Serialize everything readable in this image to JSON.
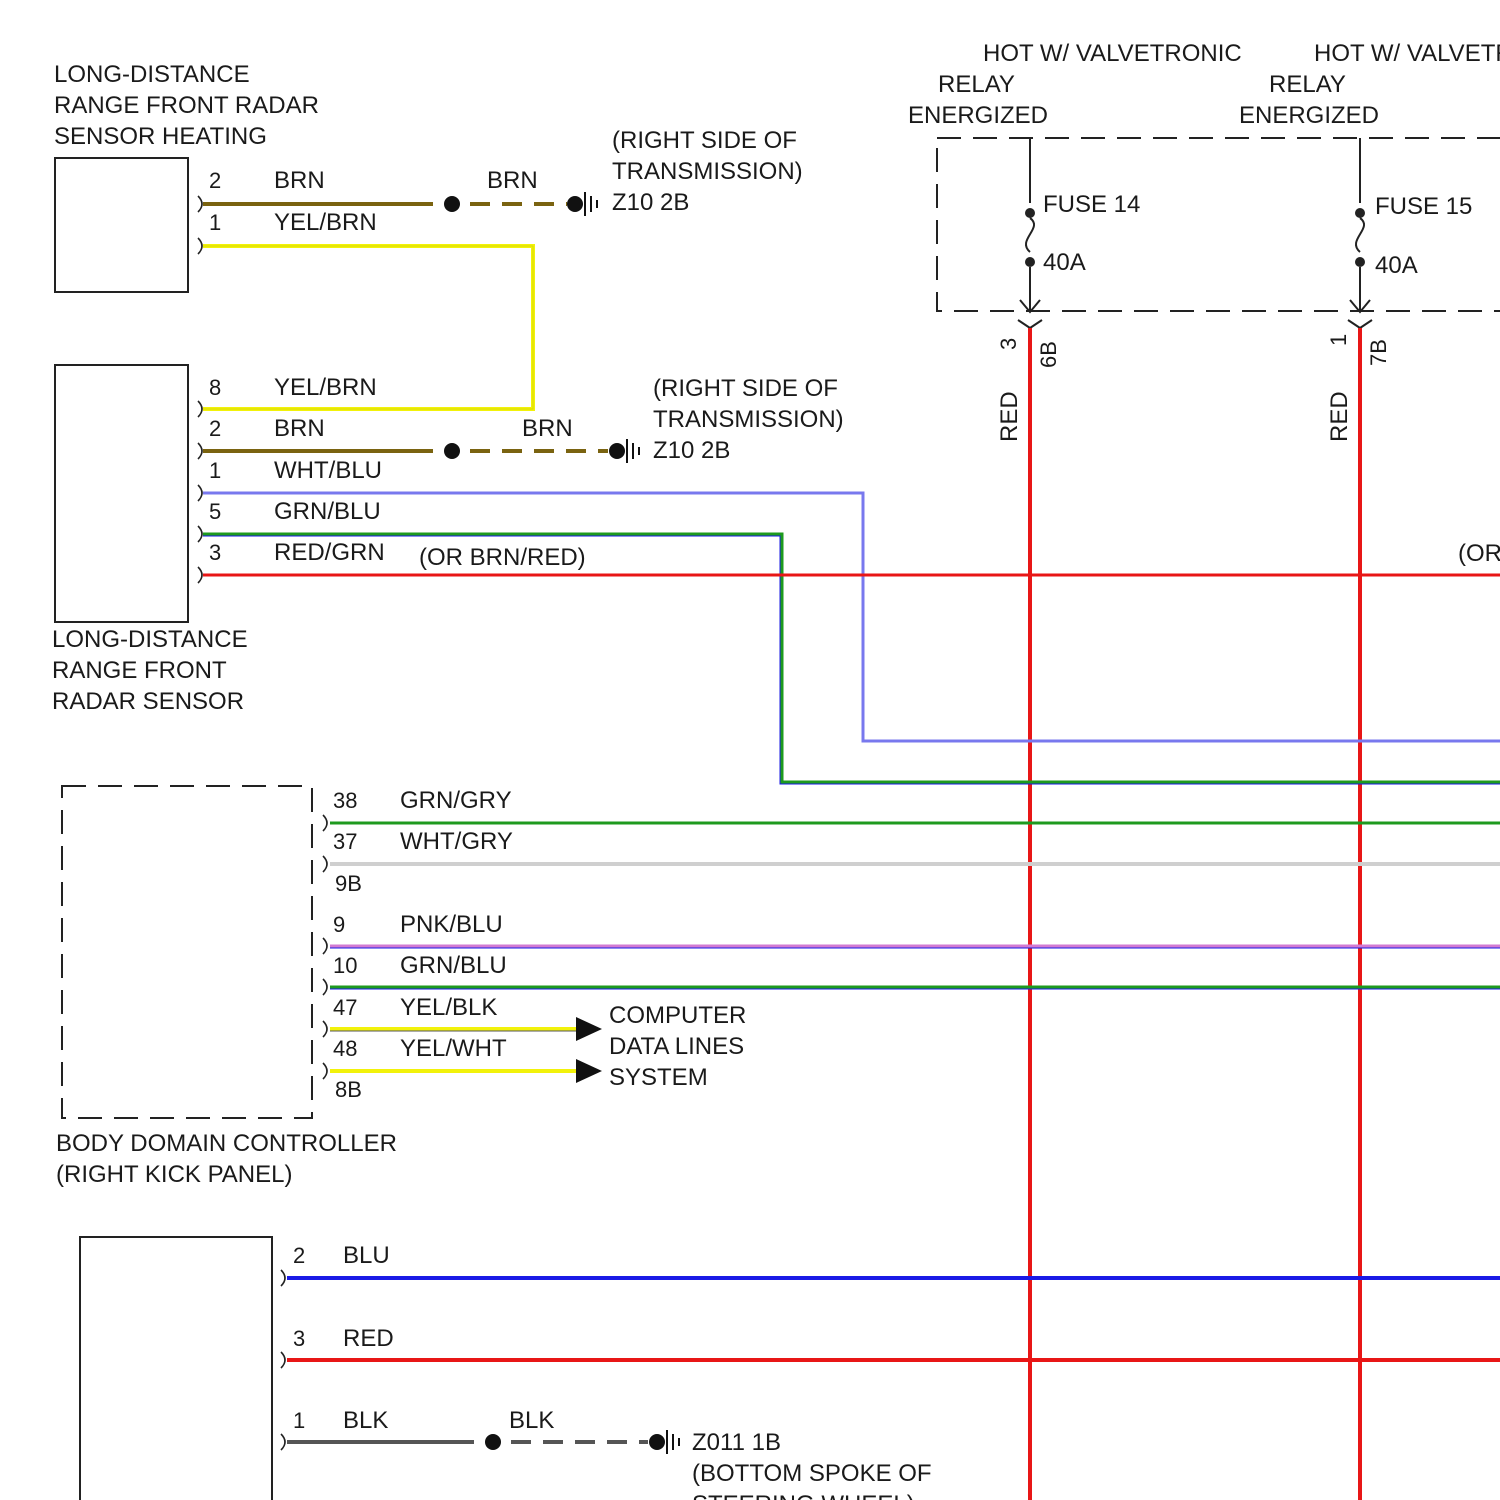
{
  "components": {
    "heater": {
      "name": [
        "LONG-DISTANCE",
        "RANGE FRONT RADAR",
        "SENSOR HEATING"
      ]
    },
    "radar": {
      "name": [
        "LONG-DISTANCE",
        "RANGE FRONT",
        "RADAR SENSOR"
      ]
    },
    "bdc": {
      "name": [
        "BODY DOMAIN CONTROLLER",
        "(RIGHT KICK PANEL)"
      ]
    }
  },
  "heater_pins": [
    {
      "pin": "2",
      "wire": "BRN"
    },
    {
      "pin": "1",
      "wire": "YEL/BRN"
    }
  ],
  "radar_pins": [
    {
      "pin": "8",
      "wire": "YEL/BRN"
    },
    {
      "pin": "2",
      "wire": "BRN"
    },
    {
      "pin": "1",
      "wire": "WHT/BLU"
    },
    {
      "pin": "5",
      "wire": "GRN/BLU"
    },
    {
      "pin": "3",
      "wire": "RED/GRN"
    }
  ],
  "radar_alt_color": "(OR BRN/RED)",
  "right_edge_alt_color": "(OR",
  "bdc_pins": [
    {
      "pin": "38",
      "wire": "GRN/GRY"
    },
    {
      "pin": "37",
      "wire": "WHT/GRY"
    },
    {
      "pin": "9B",
      "wire": ""
    },
    {
      "pin": "9",
      "wire": "PNK/BLU"
    },
    {
      "pin": "10",
      "wire": "GRN/BLU"
    },
    {
      "pin": "47",
      "wire": "YEL/BLK"
    },
    {
      "pin": "48",
      "wire": "YEL/WHT"
    },
    {
      "pin": "8B",
      "wire": ""
    }
  ],
  "data_lines_label": [
    "COMPUTER",
    "DATA LINES",
    "SYSTEM"
  ],
  "bottom_pins": [
    {
      "pin": "2",
      "wire": "BLU"
    },
    {
      "pin": "3",
      "wire": "RED"
    },
    {
      "pin": "1",
      "wire": "BLK"
    }
  ],
  "grounds": {
    "g1": {
      "wire": "BRN",
      "lines": [
        "(RIGHT SIDE OF",
        "TRANSMISSION)",
        "Z10 2B"
      ]
    },
    "g2": {
      "wire": "BRN",
      "lines": [
        "(RIGHT SIDE OF",
        "TRANSMISSION)",
        "Z10 2B"
      ]
    },
    "g3": {
      "wire": "BLK",
      "lines": [
        "Z011 1B",
        "(BOTTOM SPOKE OF",
        "STEERING WHEEL)"
      ]
    }
  },
  "fuses": [
    {
      "hot": [
        "HOT W/ VALVETRONIC",
        "RELAY",
        "ENERGIZED"
      ],
      "fuse": "FUSE 14",
      "rating": "40A",
      "pin": "3",
      "connector": "6B",
      "wire": "RED"
    },
    {
      "hot": [
        "HOT W/ VALVETRONIC",
        "RELAY",
        "ENERGIZED"
      ],
      "fuse": "FUSE 15",
      "rating": "40A",
      "pin": "1",
      "connector": "7B",
      "wire": "RED"
    }
  ],
  "colors": {
    "brn": "#7a6310",
    "yel": "#f2f20a",
    "red": "#e81616",
    "blu": "#1a1ae6",
    "grn": "#1e9a1e",
    "wht_blu": "#7878ee",
    "wht_gry": "#cfcfcf",
    "pnk_blu": "#d27ad2",
    "blk": "#555555"
  }
}
